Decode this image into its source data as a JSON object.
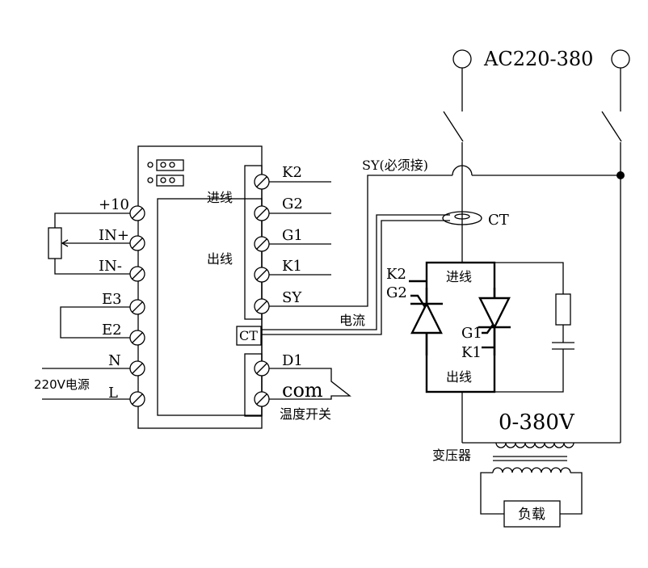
{
  "supply": {
    "label": "AC220-380"
  },
  "controller": {
    "left_terminals": [
      "+10",
      "IN+",
      "IN-",
      "E3",
      "E2",
      "N",
      "L"
    ],
    "right_top_terminals": [
      "K2",
      "G2",
      "G1",
      "K1",
      "SY"
    ],
    "right_bottom_terminals": [
      "D1",
      "com"
    ],
    "ct_port": "CT",
    "side_label_in": "进线",
    "side_label_out": "出线",
    "power_label": "220V电源",
    "temp_switch_label": "温度开关"
  },
  "wiring": {
    "sy_note": "SY(必须接)",
    "current_label": "电流",
    "ct_label": "CT"
  },
  "thyristor_module": {
    "in_label": "进线",
    "out_label": "出线",
    "left_gate_labels": [
      "K2",
      "G2"
    ],
    "right_gate_labels": [
      "G1",
      "K1"
    ]
  },
  "output": {
    "voltage_label": "0-380V",
    "transformer_label": "变压器",
    "load_label": "负载"
  }
}
